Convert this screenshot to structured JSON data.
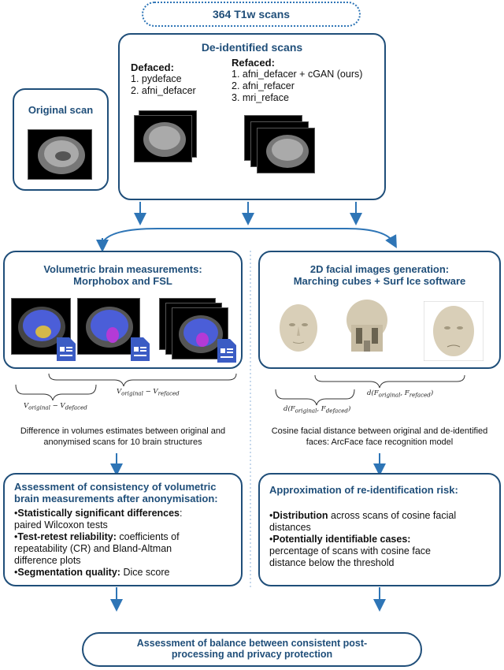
{
  "top": {
    "label": "364 T1w scans"
  },
  "original": {
    "title": "Original scan"
  },
  "deidentified": {
    "title": "De-identified scans",
    "defaced_title": "Defaced:",
    "defaced_items": [
      "1. pydeface",
      "2. afni_defacer"
    ],
    "refaced_title": "Refaced:",
    "refaced_items": [
      "1. afni_defacer + cGAN (ours)",
      "2. afni_refacer",
      "3. mri_reface"
    ]
  },
  "volumetric": {
    "title_line1": "Volumetric brain measurements:",
    "title_line2": "Morphobox and FSL",
    "formula_defaced_main": "V",
    "formula_defaced_sub1": "original",
    "formula_defaced_mid": " − V",
    "formula_defaced_sub2": "defaced",
    "formula_refaced_main": "V",
    "formula_refaced_sub1": "original",
    "formula_refaced_mid": " − V",
    "formula_refaced_sub2": "refaced",
    "caption_line1": "Difference in volumes estimates between original and",
    "caption_line2": "anonymised scans for 10 brain structures"
  },
  "facial": {
    "title_line1": "2D facial images generation:",
    "title_line2": "Marching cubes + Surf Ice software",
    "formula_defaced": "d(F",
    "formula_defaced_sub1": "original",
    "formula_defaced_mid": ", F",
    "formula_defaced_sub2": "defaced",
    "formula_defaced_end": ")",
    "formula_refaced": "d(F",
    "formula_refaced_sub1": "original",
    "formula_refaced_mid": ", F",
    "formula_refaced_sub2": "refaced",
    "formula_refaced_end": ")",
    "caption_line1": "Cosine facial distance between original and de-identified",
    "caption_line2": "faces: ArcFace face recognition model"
  },
  "consistency": {
    "title_line1": "Assessment of consistency of volumetric",
    "title_line2": "brain measurements after anonymisation:",
    "b1_bold": "Statistically significant differences",
    "b1_rest": ":",
    "b1_line2": "paired Wilcoxon tests",
    "b2_bold": "Test-retest reliability:",
    "b2_rest": " coefficients of",
    "b2_line2": "repeatability (CR) and Bland-Altman",
    "b2_line3": "difference plots",
    "b3_bold": "Segmentation quality:",
    "b3_rest": " Dice score"
  },
  "reid": {
    "title": "Approximation of re-identification risk:",
    "b1_bold": "Distribution",
    "b1_rest": " across scans of cosine facial",
    "b1_line2": "distances",
    "b2_bold": "Potentially identifiable cases:",
    "b2_line2": "percentage of scans with cosine face",
    "b2_line3": "distance below the threshold"
  },
  "bottom": {
    "line1": "Assessment of balance between consistent post-",
    "line2": "processing and privacy protection"
  },
  "colors": {
    "accent": "#1f4e79",
    "arrow": "#2e75b6",
    "doc_icon": "#3b5cc4"
  }
}
